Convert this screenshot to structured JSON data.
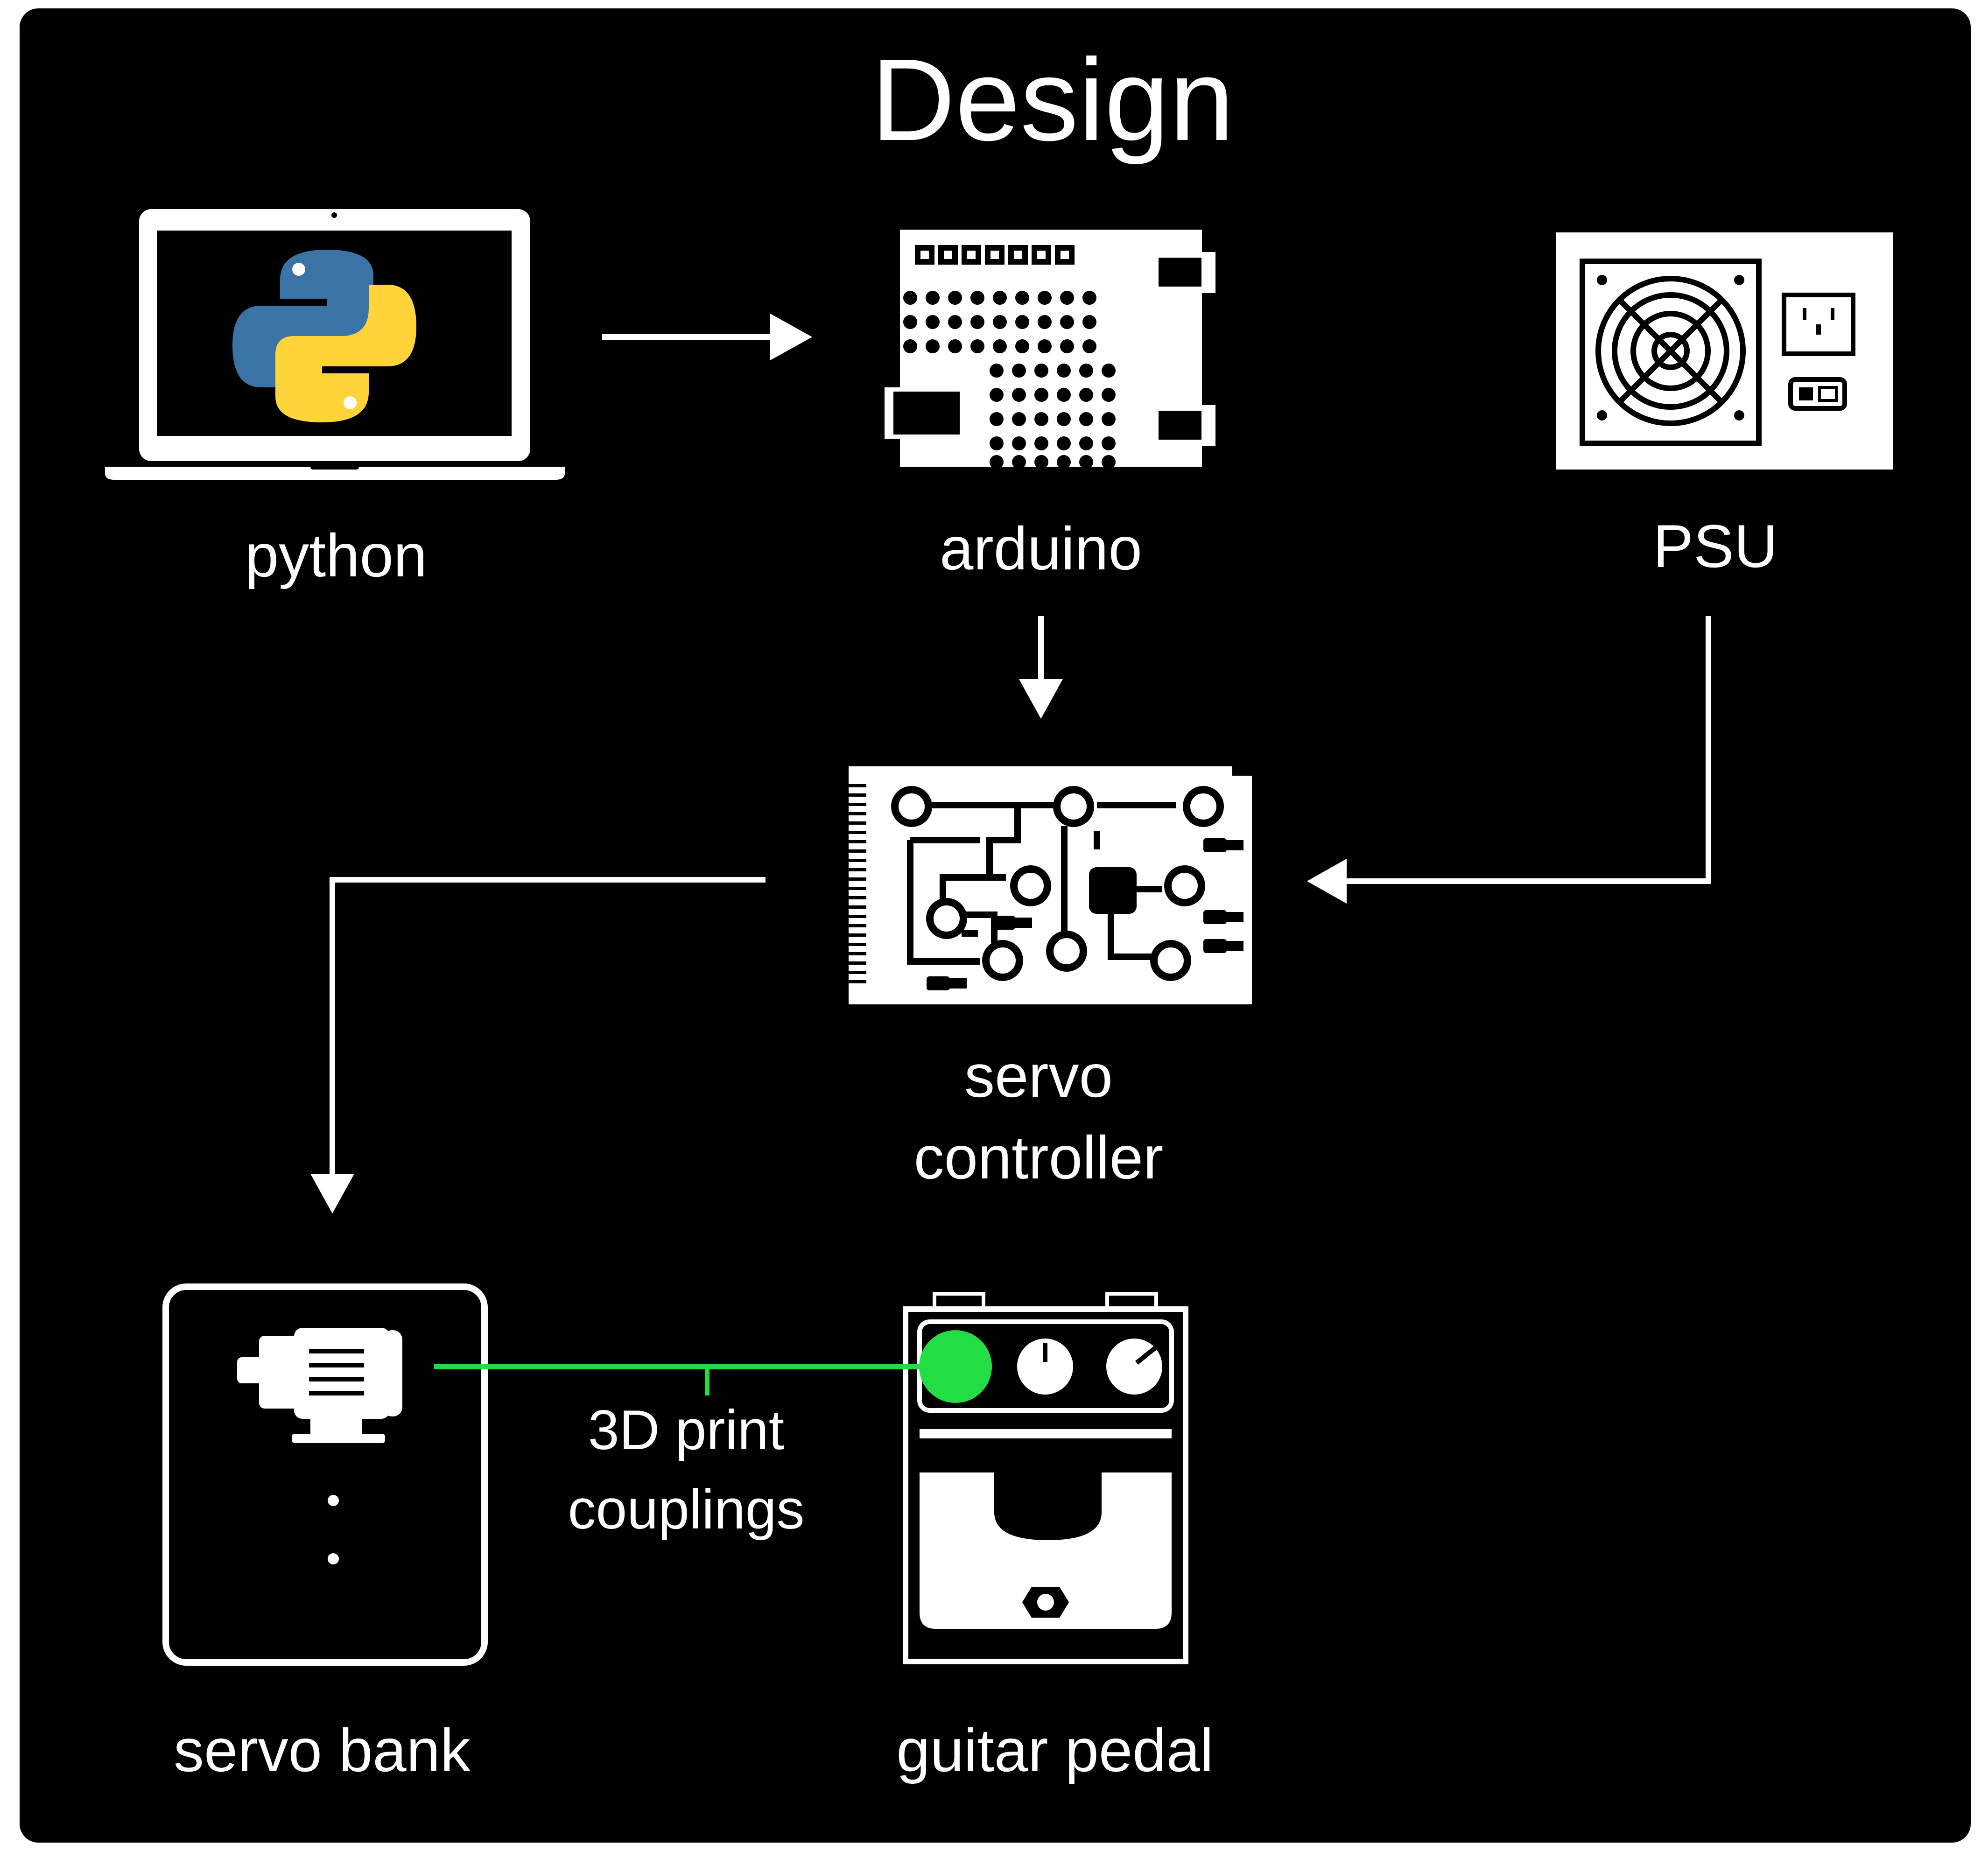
{
  "title": "Design",
  "colors": {
    "background": "#000000",
    "foreground": "#ffffff",
    "accent": "#22dd44",
    "python_blue": "#3a73a6",
    "python_yellow": "#ffd43b"
  },
  "nodes": {
    "python": {
      "label": "python",
      "icon": "laptop-python-icon"
    },
    "arduino": {
      "label": "arduino",
      "icon": "arduino-board-icon"
    },
    "psu": {
      "label": "PSU",
      "icon": "power-supply-icon"
    },
    "servo_controller": {
      "label_line1": "servo",
      "label_line2": "controller",
      "icon": "circuit-board-icon"
    },
    "servo_bank": {
      "label": "servo bank",
      "icon": "servo-motor-icon"
    },
    "guitar_pedal": {
      "label": "guitar pedal",
      "icon": "guitar-pedal-icon"
    }
  },
  "connection": {
    "label_line1": "3D print",
    "label_line2": "couplings"
  },
  "edges": [
    {
      "from": "python",
      "to": "arduino"
    },
    {
      "from": "arduino",
      "to": "servo_controller"
    },
    {
      "from": "psu",
      "to": "servo_controller"
    },
    {
      "from": "servo_controller",
      "to": "servo_bank"
    },
    {
      "from": "servo_bank",
      "to": "guitar_pedal",
      "style": "coupling"
    }
  ]
}
